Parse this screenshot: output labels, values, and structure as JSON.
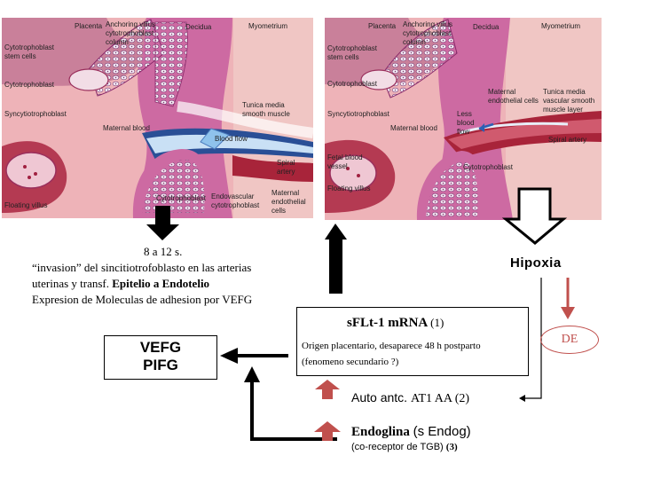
{
  "left_panel": {
    "labels": {
      "placenta": "Placenta",
      "anchoring": "Anchoring villus",
      "anchoring2": "cytotrophoblast",
      "anchoring3": "column",
      "decidua": "Decidua",
      "myometrium": "Myometrium",
      "stem1": "Cytotrophoblast",
      "stem2": "stem cells",
      "cytotroph": "Cytotrophoblast",
      "syncytio": "Syncytiotrophoblast",
      "maternal_blood": "Maternal blood",
      "tunica1": "Tunica media",
      "tunica2": "smooth muscle",
      "blood_flow": "Blood flow",
      "spiral1": "Spiral",
      "spiral2": "artery",
      "floating": "Floating villus",
      "cyto_bottom": "Cytotrophoblast",
      "endo1": "Endovascular",
      "endo2": "cytotrophoblast",
      "maternal_endo1": "Maternal",
      "maternal_endo2": "endothelial",
      "maternal_endo3": "cells"
    }
  },
  "right_panel": {
    "labels": {
      "placenta": "Placenta",
      "anchoring": "Anchoring villus",
      "anchoring2": "cytotrophoblast",
      "anchoring3": "column",
      "decidua": "Decidua",
      "myometrium": "Myometrium",
      "stem1": "Cytotrophoblast",
      "stem2": "stem cells",
      "cytotroph": "Cytotrophoblast",
      "syncytio": "Syncytiotrophoblast",
      "maternal_blood": "Maternal blood",
      "maternal_endo1": "Maternal",
      "maternal_endo2": "endothelial cells",
      "tunica1": "Tunica media",
      "tunica2": "vascular smooth",
      "tunica3": "muscle layer",
      "less1": "Less",
      "less2": "blood",
      "less3": "flow",
      "spiral": "Spiral artery",
      "fetal1": "Fetal blood",
      "fetal2": "vessel",
      "cyto_bottom": "Cytotrophoblast",
      "floating": "Floating villus"
    }
  },
  "weeks": "8 a 12 s.",
  "invasion_line1": "“invasion” del sincitiotrofoblasto en las arterias",
  "invasion_line2_a": "uterinas y  transf.  ",
  "invasion_line2_b": "Epitelio a Endotelio",
  "invasion_line3": "Expresion de Moleculas de adhesion por VEFG",
  "hipoxia": "Hipoxia",
  "de": "DE",
  "vefg": "VEFG",
  "pifg": "PIFG",
  "sflt_title": "sFLt-1 mRNA",
  "sflt_ref": "(1)",
  "sflt_line1": "Origen placentario, desaparece 48 h postparto",
  "sflt_line2": "(fenomeno secundario ?)",
  "auto_a": "Auto antc. ",
  "auto_b": "AT1 AA (2)",
  "endoglina_a": "Endoglina  ",
  "endoglina_b": "(s Endog)",
  "coreceptor_a": "(co-receptor de TGB) ",
  "coreceptor_b": "(3)",
  "colors": {
    "up_arrow": "#c0504d",
    "de": "#c0504d",
    "tissue": "#e7a0a8",
    "decidua": "#c8579a"
  }
}
